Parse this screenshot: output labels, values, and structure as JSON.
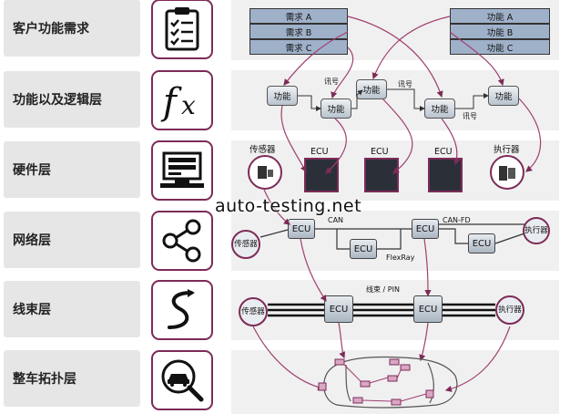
{
  "layers": [
    {
      "label": "客户功能需求",
      "icon": "clipboard-checklist-icon"
    },
    {
      "label": "功能以及逻辑层",
      "icon": "function-fx-icon"
    },
    {
      "label": "硬件层",
      "icon": "server-monitor-icon"
    },
    {
      "label": "网络层",
      "icon": "network-share-icon"
    },
    {
      "label": "线束层",
      "icon": "wire-harness-icon"
    },
    {
      "label": "整车拓扑层",
      "icon": "car-magnifier-icon"
    }
  ],
  "requirements": {
    "items": [
      "需求 A",
      "需求 B",
      "需求 C"
    ]
  },
  "functions_list": {
    "items": [
      "功能 A",
      "功能 B",
      "功能 C"
    ]
  },
  "logic": {
    "function_label": "功能",
    "signal_label": "讯号"
  },
  "hardware": {
    "sensor": "传感器",
    "ecu": "ECU",
    "actuator": "执行器"
  },
  "network": {
    "sensor": "传感器",
    "actuator": "执行器",
    "ecu": "ECU",
    "can": "CAN",
    "can_fd": "CAN-FD",
    "flexray": "FlexRay"
  },
  "harness": {
    "sensor": "传感器",
    "actuator": "执行器",
    "ecu": "ECU",
    "wire_pin": "线束 / PIN"
  },
  "watermark": "auto-testing.net",
  "colors": {
    "accent": "#7d2b58",
    "req_fill": "#9fb1c9",
    "panel": "#f0f0f0"
  }
}
